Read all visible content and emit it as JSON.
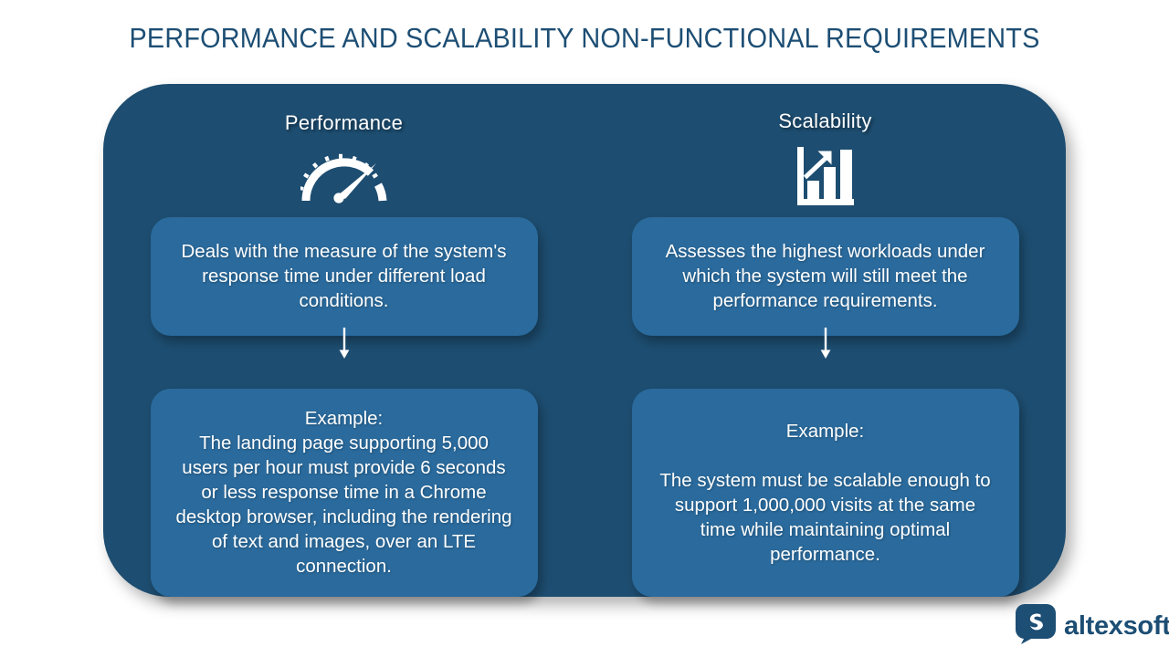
{
  "slide": {
    "title": "PERFORMANCE AND SCALABILITY NON-FUNCTIONAL REQUIREMENTS",
    "background_color": "#ffffff",
    "panel_color": "#1d4d70",
    "card_color": "#2a6a9c",
    "title_color": "#1d4e74",
    "text_color": "#ffffff"
  },
  "columns": [
    {
      "header": "Performance",
      "icon": "speedometer-gauge-icon",
      "description": "Deals with the measure of the system's response time under different load conditions.",
      "connector": "down-arrow-icon",
      "example": "Example:\nThe landing page supporting 5,000 users per hour must provide 6 seconds or less response time in a Chrome desktop browser, including the rendering of text and images, over an LTE connection."
    },
    {
      "header": "Scalability",
      "icon": "bar-chart-growth-icon",
      "description": "Assesses the highest workloads under which the system will still meet the performance requirements.",
      "connector": "down-arrow-icon",
      "example": "Example:\n\nThe system must be scalable enough to support 1,000,000 visits at the same time while maintaining optimal performance."
    }
  ],
  "logo": {
    "mark": "altexsoft-speech-bubble-icon",
    "text": "altexsoft",
    "color": "#1d4e74"
  }
}
